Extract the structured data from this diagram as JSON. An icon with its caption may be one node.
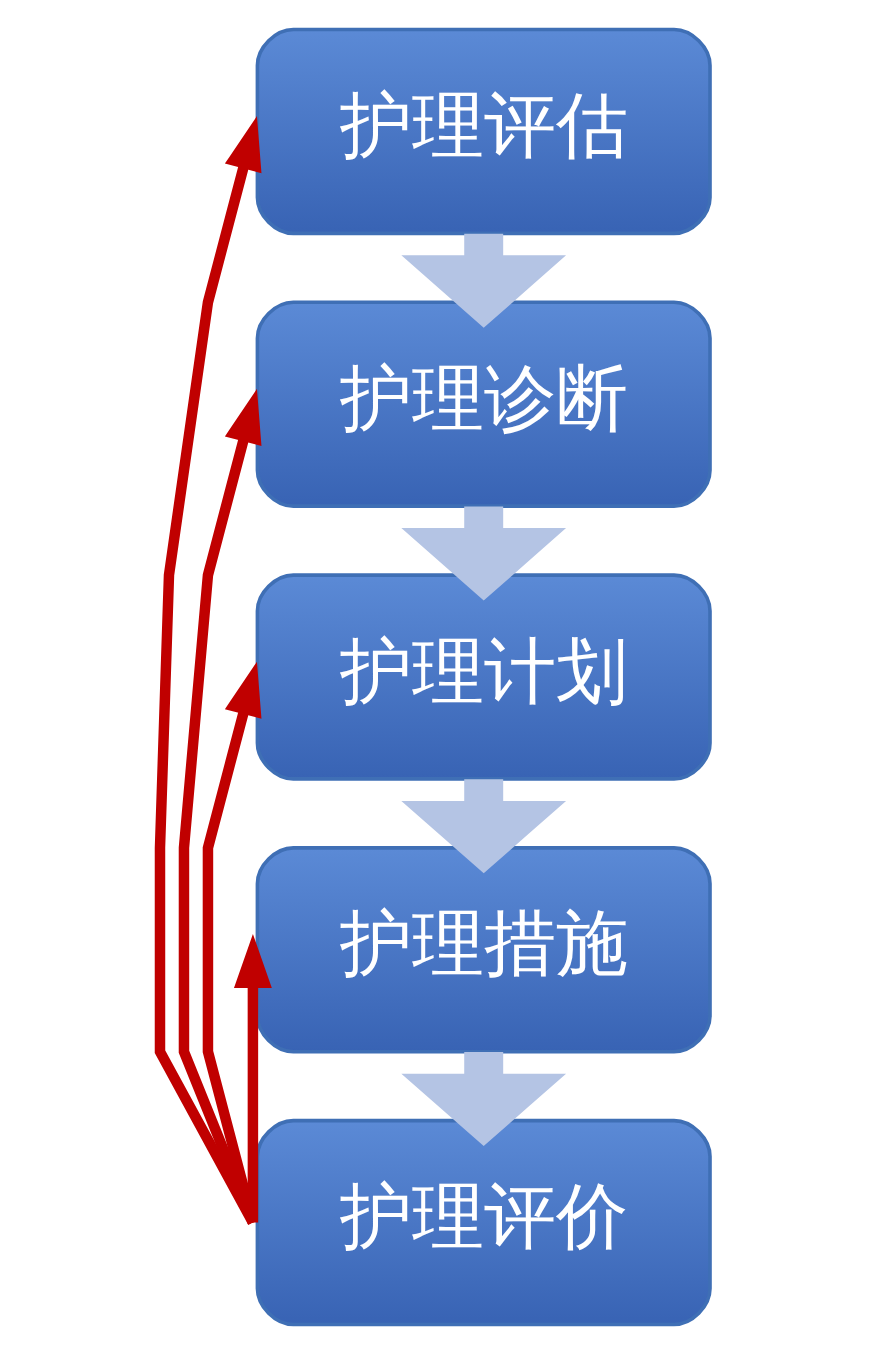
{
  "diagram": {
    "nodes": [
      {
        "text": [
          "护理评估"
        ]
      },
      {
        "text": [
          "护理诊断"
        ]
      },
      {
        "text": [
          "护理计划"
        ]
      },
      {
        "text": [
          "护理措施"
        ]
      },
      {
        "text": [
          "护理评价"
        ]
      }
    ],
    "edges": [
      {
        "from": 0,
        "to": 1,
        "arrow": "to",
        "style": "thick",
        "color": "#b4c4e4"
      },
      {
        "from": 1,
        "to": 2,
        "arrow": "to",
        "style": "thick",
        "color": "#b4c4e4"
      },
      {
        "from": 2,
        "to": 3,
        "arrow": "to",
        "style": "thick",
        "color": "#b4c4e4"
      },
      {
        "from": 3,
        "to": 4,
        "arrow": "to",
        "style": "thick",
        "color": "#b4c4e4"
      },
      {
        "from": 4,
        "to": 0,
        "arrow": "to",
        "color": "#c00000"
      },
      {
        "from": 4,
        "to": 1,
        "arrow": "to",
        "color": "#c00000"
      },
      {
        "from": 4,
        "to": 2,
        "arrow": "to",
        "color": "#c00000"
      },
      {
        "from": 4,
        "to": 3,
        "arrow": "to",
        "color": "#c00000"
      }
    ]
  }
}
